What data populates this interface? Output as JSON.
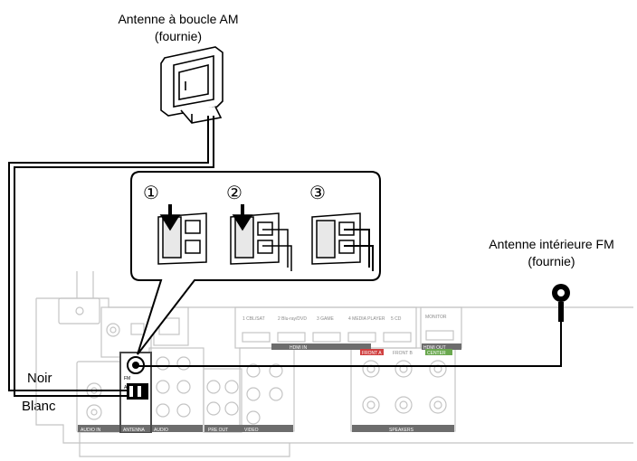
{
  "labels": {
    "am_antenna": [
      "Antenne à boucle AM",
      "(fournie)"
    ],
    "fm_antenna": [
      "Antenne intérieure FM",
      "(fournie)"
    ],
    "black_wire": "Noir",
    "white_wire": "Blanc"
  },
  "steps": [
    "①",
    "②",
    "③"
  ],
  "panel": {
    "hdmi_inputs": [
      "1 CBL/SAT",
      "2 Blu-ray/DVD",
      "3 GAME",
      "4 MEDIA PLAYER",
      "5 CD"
    ],
    "hdmi_in_label": "HDMI IN",
    "hdmi_out_label": "HDMI OUT",
    "monitor_label": "MONITOR",
    "audio_in_label": "AUDIO IN",
    "antenna_label": "ANTENNA",
    "audio_label": "AUDIO",
    "pre_out_label": "PRE OUT",
    "video_label": "VIDEO",
    "speakers_label": "SPEAKERS",
    "front_a_label": "FRONT A",
    "front_b_label": "FRONT B",
    "center_label": "CENTER",
    "fm_label": "FM",
    "am_label": "AM"
  },
  "colors": {
    "line": "#000000",
    "panel_outline": "#c4c4c4",
    "panel_label_bg": "#6d6d6d",
    "antenna_highlight": "#4a4a4a",
    "speaker_red": "#d04040"
  }
}
